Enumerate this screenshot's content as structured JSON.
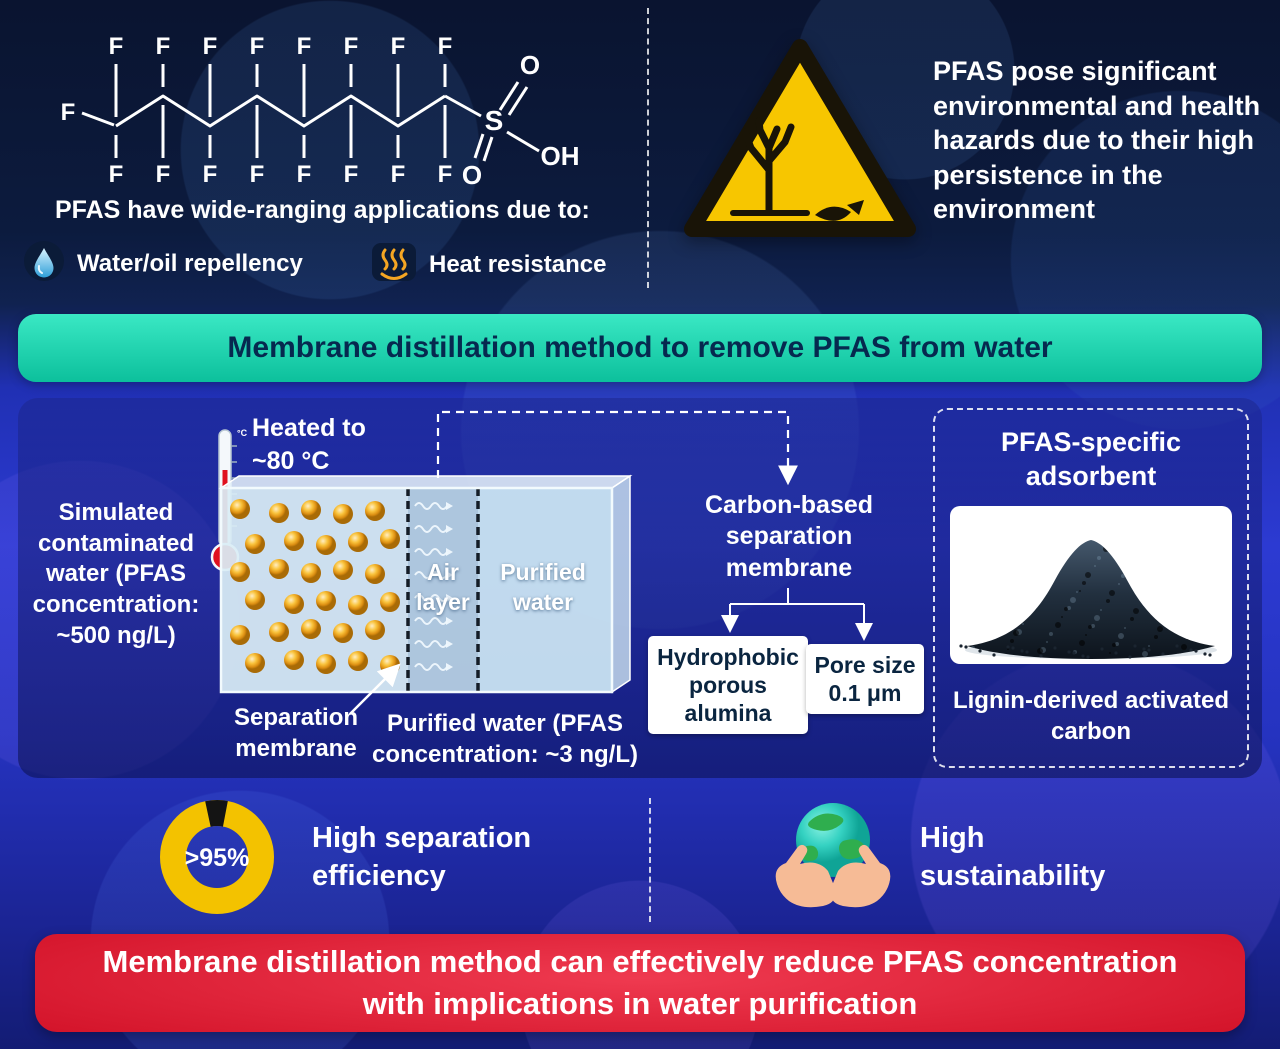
{
  "top": {
    "molecule": {
      "f": "F",
      "s": "S",
      "o": "O",
      "oh": "OH"
    },
    "caption": "PFAS have wide-ranging applications due to:",
    "applications": [
      {
        "icon": "water-droplet-icon",
        "label": "Water/oil repellency"
      },
      {
        "icon": "heat-waves-icon",
        "label": "Heat resistance"
      }
    ],
    "hazard_text": "PFAS pose significant environmental and health hazards due to their high persistence in the environment"
  },
  "method_banner": "Membrane distillation method to remove PFAS from water",
  "diagram": {
    "heated": "Heated to ~80 °C",
    "thermometer_unit": "°C",
    "feed": "Simulated contaminated water (PFAS concentration: ~500 ng/L)",
    "air_layer": "Air layer",
    "purified": "Purified water",
    "separation_membrane": "Separation membrane",
    "purified_note": "Purified water (PFAS concentration: ~3 ng/L)",
    "membrane_callout": "Carbon-based separation membrane",
    "membrane_props": [
      "Hydrophobic porous alumina",
      "Pore size 0.1 μm"
    ],
    "adsorbent_title": "PFAS-specific adsorbent",
    "adsorbent_caption": "Lignin-derived activated carbon"
  },
  "results": {
    "efficiency_value": ">95%",
    "efficiency_label": "High separation efficiency",
    "sustainability_label": "High sustainability"
  },
  "conclusion_banner": "Membrane distillation method can effectively reduce PFAS concentration with implications in water purification",
  "colors": {
    "teal_banner": "#14d4a8",
    "red_banner": "#cf1228",
    "donut_yellow": "#f3c200",
    "warning_yellow": "#f7c600",
    "pfas_ball_orange": "#f9c33c"
  }
}
